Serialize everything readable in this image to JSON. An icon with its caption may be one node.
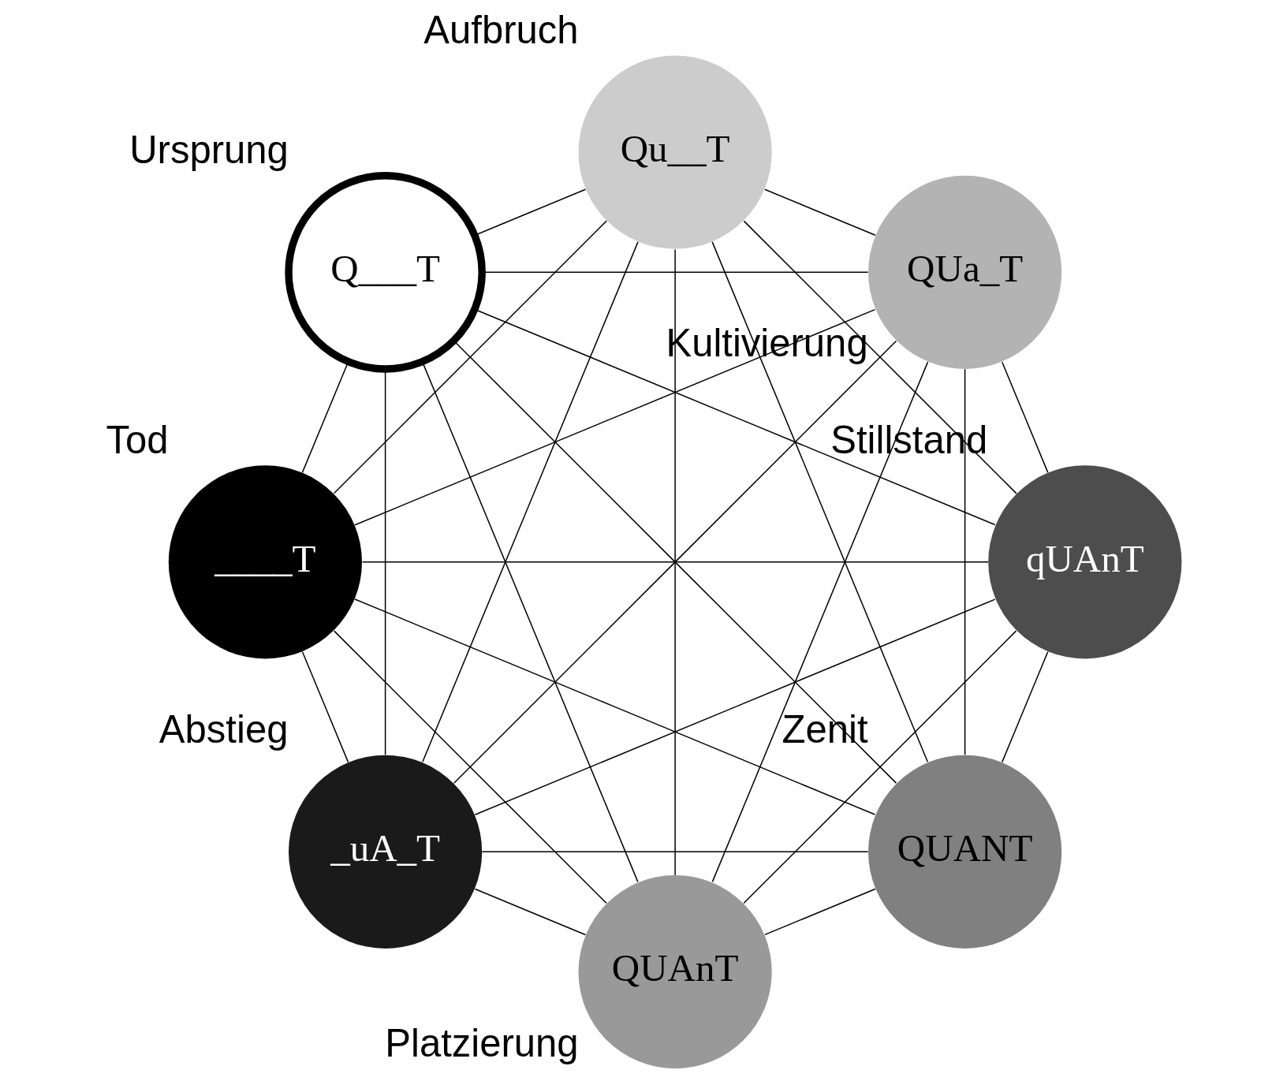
{
  "diagram": {
    "nodes": [
      {
        "text": [
          "QUANT"
        ],
        "beside": [
          "Zenit"
        ]
      },
      {
        "text": [
          "QUAnT"
        ],
        "beside": [
          "Platzierung"
        ]
      },
      {
        "text": [
          "qUAnT"
        ],
        "beside": [
          "Stillstand"
        ]
      },
      {
        "text": [
          "QUa_T"
        ],
        "beside": [
          "Kultivierung"
        ]
      },
      {
        "text": [
          "_uA_T"
        ],
        "beside": [
          "Abstieg"
        ]
      },
      {
        "text": [
          "Qu__T"
        ],
        "beside": [
          "Aufbruch"
        ]
      },
      {
        "text": [
          "____T"
        ],
        "beside": [
          "Tod"
        ]
      },
      {
        "text": [
          "Q___T"
        ],
        "beside": [
          "Ursprung"
        ]
      }
    ],
    "edges": [
      {
        "from": 0,
        "to": 1,
        "arrow": "none"
      },
      {
        "from": 0,
        "to": 2,
        "arrow": "none"
      },
      {
        "from": 0,
        "to": 3,
        "arrow": "none"
      },
      {
        "from": 0,
        "to": 4,
        "arrow": "none"
      },
      {
        "from": 0,
        "to": 5,
        "arrow": "none"
      },
      {
        "from": 0,
        "to": 6,
        "arrow": "none"
      },
      {
        "from": 0,
        "to": 7,
        "arrow": "none"
      },
      {
        "from": 1,
        "to": 2,
        "arrow": "none"
      },
      {
        "from": 1,
        "to": 3,
        "arrow": "none"
      },
      {
        "from": 1,
        "to": 4,
        "arrow": "none"
      },
      {
        "from": 1,
        "to": 5,
        "arrow": "none"
      },
      {
        "from": 1,
        "to": 6,
        "arrow": "none"
      },
      {
        "from": 1,
        "to": 7,
        "arrow": "none"
      },
      {
        "from": 2,
        "to": 3,
        "arrow": "none"
      },
      {
        "from": 2,
        "to": 4,
        "arrow": "none"
      },
      {
        "from": 2,
        "to": 5,
        "arrow": "none"
      },
      {
        "from": 2,
        "to": 6,
        "arrow": "none"
      },
      {
        "from": 2,
        "to": 7,
        "arrow": "none"
      },
      {
        "from": 3,
        "to": 4,
        "arrow": "none"
      },
      {
        "from": 3,
        "to": 5,
        "arrow": "none"
      },
      {
        "from": 3,
        "to": 6,
        "arrow": "none"
      },
      {
        "from": 3,
        "to": 7,
        "arrow": "none"
      },
      {
        "from": 4,
        "to": 5,
        "arrow": "none"
      },
      {
        "from": 4,
        "to": 6,
        "arrow": "none"
      },
      {
        "from": 4,
        "to": 7,
        "arrow": "none"
      },
      {
        "from": 5,
        "to": 6,
        "arrow": "none"
      },
      {
        "from": 5,
        "to": 7,
        "arrow": "none"
      },
      {
        "from": 6,
        "to": 7,
        "arrow": "none"
      }
    ]
  }
}
